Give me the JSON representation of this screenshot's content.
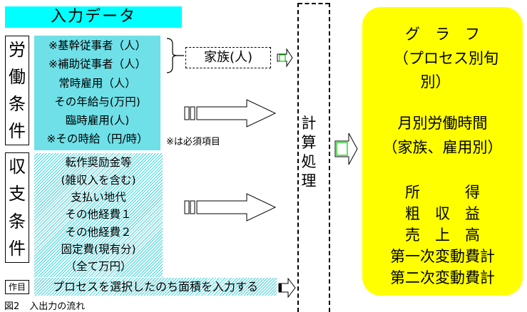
{
  "header": {
    "title": "入力データ"
  },
  "labor_conditions": {
    "label_chars": [
      "労",
      "働",
      "条",
      "件"
    ],
    "items": [
      "※基幹従事者（人）",
      "※補助従事者（人）",
      "常時雇用（人）",
      "その年給与(万円)",
      "臨時雇用(人)",
      "※その時給（円/時）"
    ],
    "note": "※は必須項目"
  },
  "family_box": {
    "label": "家族(人)"
  },
  "income_conditions": {
    "label_chars": [
      "収",
      "支",
      "条",
      "件"
    ],
    "items": [
      "転作奨励金等",
      "(雑収入を含む)",
      "支払い地代",
      "その他経費１",
      "その他経費２",
      "固定費(現有分)",
      "（全て万円）"
    ]
  },
  "crop_row": {
    "label": "作目",
    "text": "プロセスを選択したのち面積を入力する"
  },
  "processing": {
    "label_chars": [
      "計",
      "算",
      "処",
      "理"
    ]
  },
  "output": {
    "lines": [
      "グ　ラ　フ",
      "（プロセス別旬",
      "別）",
      "月別労働時間",
      "（家族、雇用別）",
      "所　　　得",
      "粗　収　益",
      "売　上　高",
      "第一次変動費計",
      "第二次変動費計"
    ]
  },
  "caption": {
    "figure": "図2",
    "title": "入出力の流れ"
  },
  "colors": {
    "header_bg": "#00ffff",
    "pattern": "#3fd6e0",
    "output_bg": "#ffff00",
    "marker": "#00cc00"
  }
}
